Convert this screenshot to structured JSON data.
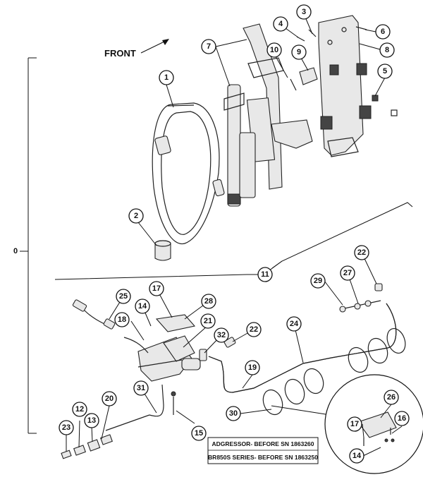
{
  "orientation": {
    "front_label": "FRONT"
  },
  "assembly": {
    "label": "0"
  },
  "callouts": [
    "1",
    "2",
    "3",
    "4",
    "5",
    "6",
    "7",
    "8",
    "9",
    "10",
    "11",
    "12",
    "13",
    "14",
    "15",
    "16",
    "17",
    "18",
    "19",
    "20",
    "21",
    "22",
    "23",
    "24",
    "25",
    "26",
    "27",
    "28",
    "29",
    "30",
    "31",
    "32"
  ],
  "callouts_detail": [
    "26",
    "17",
    "16",
    "14"
  ],
  "callouts_repeat": {
    "c22b": "22",
    "c17b": "17",
    "c14b": "14"
  },
  "notes": {
    "line1": "ADGRESSOR- BEFORE SN 1863260",
    "line2": "BR850S SERIES- BEFORE SN 1863250"
  }
}
